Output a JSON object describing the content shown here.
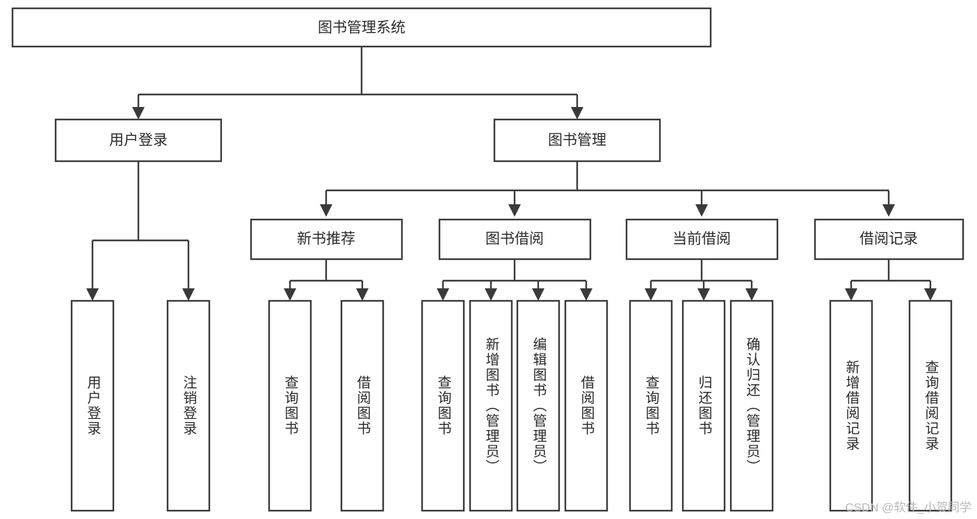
{
  "diagram": {
    "type": "tree",
    "title": "图书管理系统",
    "background_color": "#ffffff",
    "line_color": "#3a3a3a",
    "text_color": "#2b2b2b",
    "root": {
      "label": "图书管理系统"
    },
    "level1": [
      {
        "label": "用户登录"
      },
      {
        "label": "图书管理"
      }
    ],
    "level2": [
      {
        "label": "新书推荐"
      },
      {
        "label": "图书借阅"
      },
      {
        "label": "当前借阅"
      },
      {
        "label": "借阅记录"
      }
    ],
    "leaves": {
      "user_login": [
        {
          "label": "用户登录"
        },
        {
          "label": "注销登录"
        }
      ],
      "new_book_recommend": [
        {
          "label": "查询图书"
        },
        {
          "label": "借阅图书"
        }
      ],
      "book_borrow": [
        {
          "label": "查询图书"
        },
        {
          "label": "新增图书（管理员）"
        },
        {
          "label": "编辑图书（管理员）"
        },
        {
          "label": "借阅图书"
        }
      ],
      "current_borrow": [
        {
          "label": "查询图书"
        },
        {
          "label": "归还图书"
        },
        {
          "label": "确认归还（管理员）"
        }
      ],
      "borrow_record": [
        {
          "label": "新增借阅记录"
        },
        {
          "label": "查询借阅记录"
        }
      ]
    }
  },
  "watermark": {
    "text": "CSDN @软件_小贺同学"
  }
}
